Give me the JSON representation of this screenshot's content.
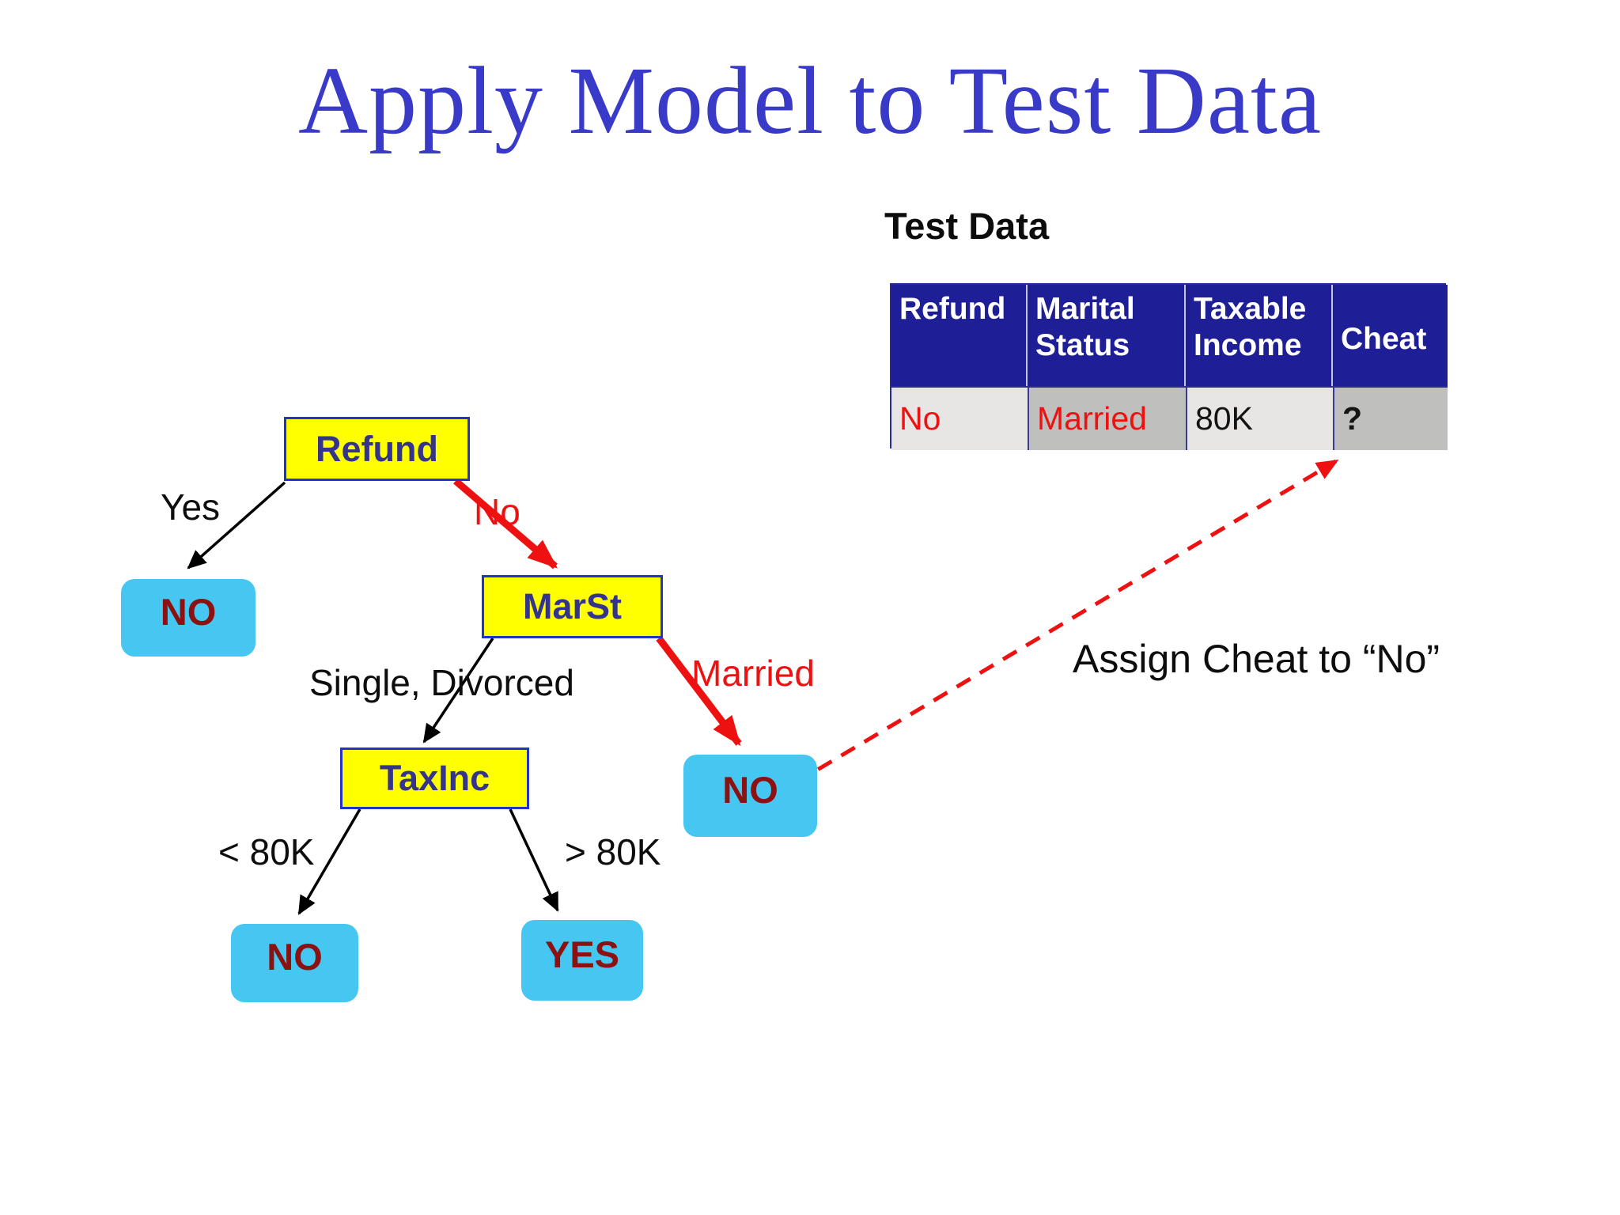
{
  "title": "Apply Model to Test Data",
  "test_data": {
    "heading": "Test Data",
    "columns": [
      "Refund",
      "Marital Status",
      "Taxable Income",
      "Cheat"
    ],
    "row": [
      "No",
      "Married",
      "80K",
      "?"
    ]
  },
  "tree": {
    "nodes": [
      {
        "label": "Refund"
      },
      {
        "label": "MarSt"
      },
      {
        "label": "TaxInc"
      }
    ],
    "leaves": [
      {
        "label": "NO"
      },
      {
        "label": "NO"
      },
      {
        "label": "NO"
      },
      {
        "label": "YES"
      }
    ],
    "edge_labels": [
      {
        "label": "Yes"
      },
      {
        "label": "No"
      },
      {
        "label": "Single, Divorced"
      },
      {
        "label": "Married"
      },
      {
        "label": "< 80K"
      },
      {
        "label": "> 80K"
      }
    ]
  },
  "annotation": {
    "text": "Assign Cheat to “No”"
  },
  "colors": {
    "title_blue": "#3a3ac8",
    "table_header_navy": "#1e1e96",
    "node_yellow": "#ffff00",
    "node_border_blue": "#2233cc",
    "node_text_navy": "#34348c",
    "leaf_cyan": "#45c7f2",
    "leaf_text_dark_red": "#8c1111",
    "accent_red": "#ee1111",
    "cell_light_gray": "#e7e6e4",
    "cell_mid_gray": "#bfbfbd"
  }
}
